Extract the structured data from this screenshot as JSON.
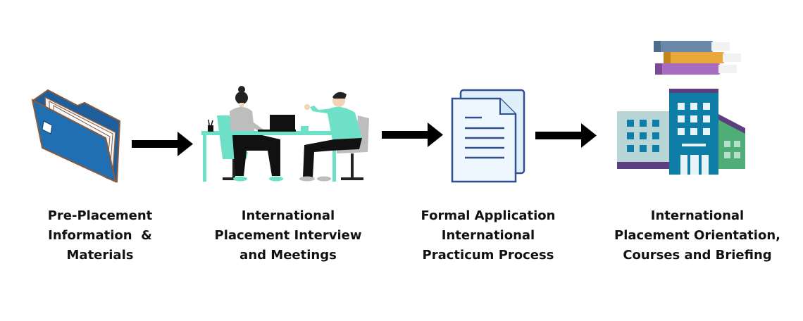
{
  "colors": {
    "folder_blue": "#1f6fb2",
    "folder_edge": "#8a5a3a",
    "arrow": "#000000",
    "teal": "#6fe0c8",
    "doc_blue": "#dff0fb",
    "doc_edge": "#2f4f8f",
    "building_teal": "#0f7ea7",
    "building_light": "#b8d6d6",
    "building_green": "#4fae78",
    "roof_purple": "#5b3f7e"
  },
  "steps": [
    {
      "icon": "folder-icon",
      "lines": [
        "Pre-Placement",
        "Information  &",
        "Materials"
      ]
    },
    {
      "icon": "meeting-icon",
      "lines": [
        "International",
        "Placement Interview",
        "and Meetings"
      ]
    },
    {
      "icon": "document-icon",
      "lines": [
        "Formal Application",
        "International",
        "Practicum Process"
      ]
    },
    {
      "icon": "buildings-books-icon",
      "lines": [
        "International",
        "Placement Orientation,",
        "Courses and Briefing"
      ]
    }
  ]
}
